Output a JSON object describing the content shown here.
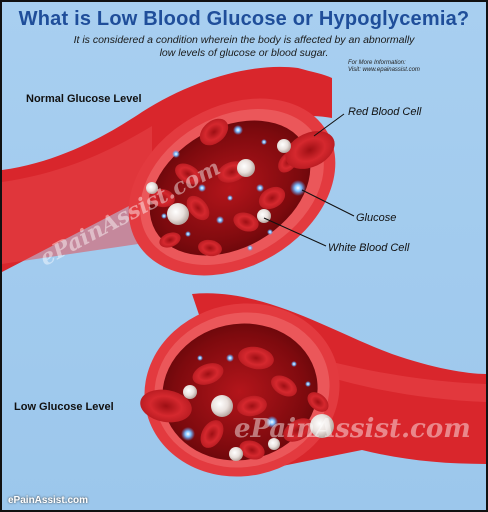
{
  "title": "What is Low Blood Glucose or Hypoglycemia?",
  "subtitle_line1": "It is considered a condition wherein the body is affected by an abnormally",
  "subtitle_line2": "low levels of glucose or blood sugar.",
  "more_info": "For More Information:",
  "visit": "Visit: www.epainassist.com",
  "labels": {
    "normal": "Normal Glucose Level",
    "low": "Low Glucose Level",
    "red_blood_cell": "Red Blood Cell",
    "glucose": "Glucose",
    "white_blood_cell": "White Blood Cell"
  },
  "watermark": "ePainAssist.com",
  "footer": "ePainAssist.com",
  "colors": {
    "background": "#a8cff0",
    "title": "#1f4e9a",
    "vessel_wall": "#d9262c",
    "vessel_inner": "#8e0d12",
    "glucose": "#5aa8ff"
  }
}
